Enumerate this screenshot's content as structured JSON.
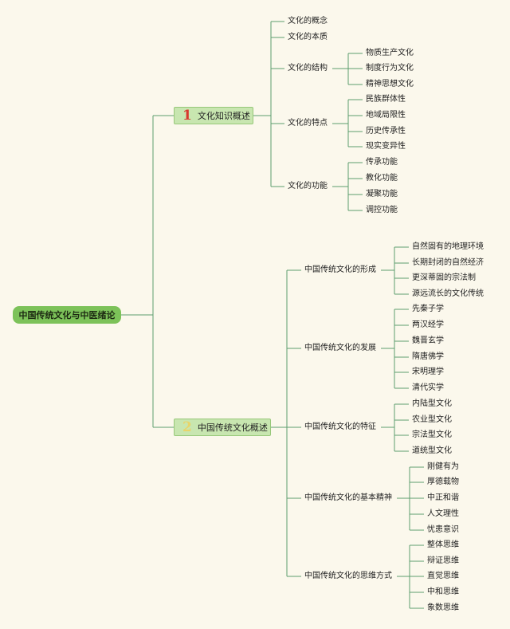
{
  "root": {
    "label": "中国传统文化与中医绪论"
  },
  "branches": [
    {
      "number": "1",
      "number_color": "#d8382e",
      "label": "文化知识概述",
      "children": [
        {
          "label": "文化的概念",
          "children": []
        },
        {
          "label": "文化的本质",
          "children": []
        },
        {
          "label": "文化的结构",
          "children": [
            "物质生产文化",
            "制度行为文化",
            "精神思想文化"
          ]
        },
        {
          "label": "文化的特点",
          "children": [
            "民族群体性",
            "地域局限性",
            "历史传承性",
            "现实变异性"
          ]
        },
        {
          "label": "文化的功能",
          "children": [
            "传承功能",
            "教化功能",
            "凝聚功能",
            "调控功能"
          ]
        }
      ]
    },
    {
      "number": "2",
      "number_color": "#e8d56a",
      "label": "中国传统文化概述",
      "children": [
        {
          "label": "中国传统文化的形成",
          "children": [
            "自然固有的地理环境",
            "长期封闭的自然经济",
            "更深蒂固的宗法制",
            "源远流长的文化传统"
          ]
        },
        {
          "label": "中国传统文化的发展",
          "children": [
            "先秦子学",
            "两汉经学",
            "魏晋玄学",
            "隋唐佛学",
            "宋明理学",
            "清代实学"
          ]
        },
        {
          "label": "中国传统文化的特征",
          "children": [
            "内陆型文化",
            "农业型文化",
            "宗法型文化",
            "道统型文化"
          ]
        },
        {
          "label": "中国传统文化的基本精神",
          "children": [
            "刚健有为",
            "厚德载物",
            "中正和谐",
            "人文理性",
            "忧患意识"
          ]
        },
        {
          "label": "中国传统文化的思维方式",
          "children": [
            "整体思维",
            "辩证思维",
            "直觉思维",
            "中和思维",
            "象数思维"
          ]
        }
      ]
    }
  ],
  "colors": {
    "background": "#fbf8ec",
    "root_fill": "#7cc259",
    "branch_fill": "#c8e6b0",
    "line": "#5e9e6e"
  }
}
